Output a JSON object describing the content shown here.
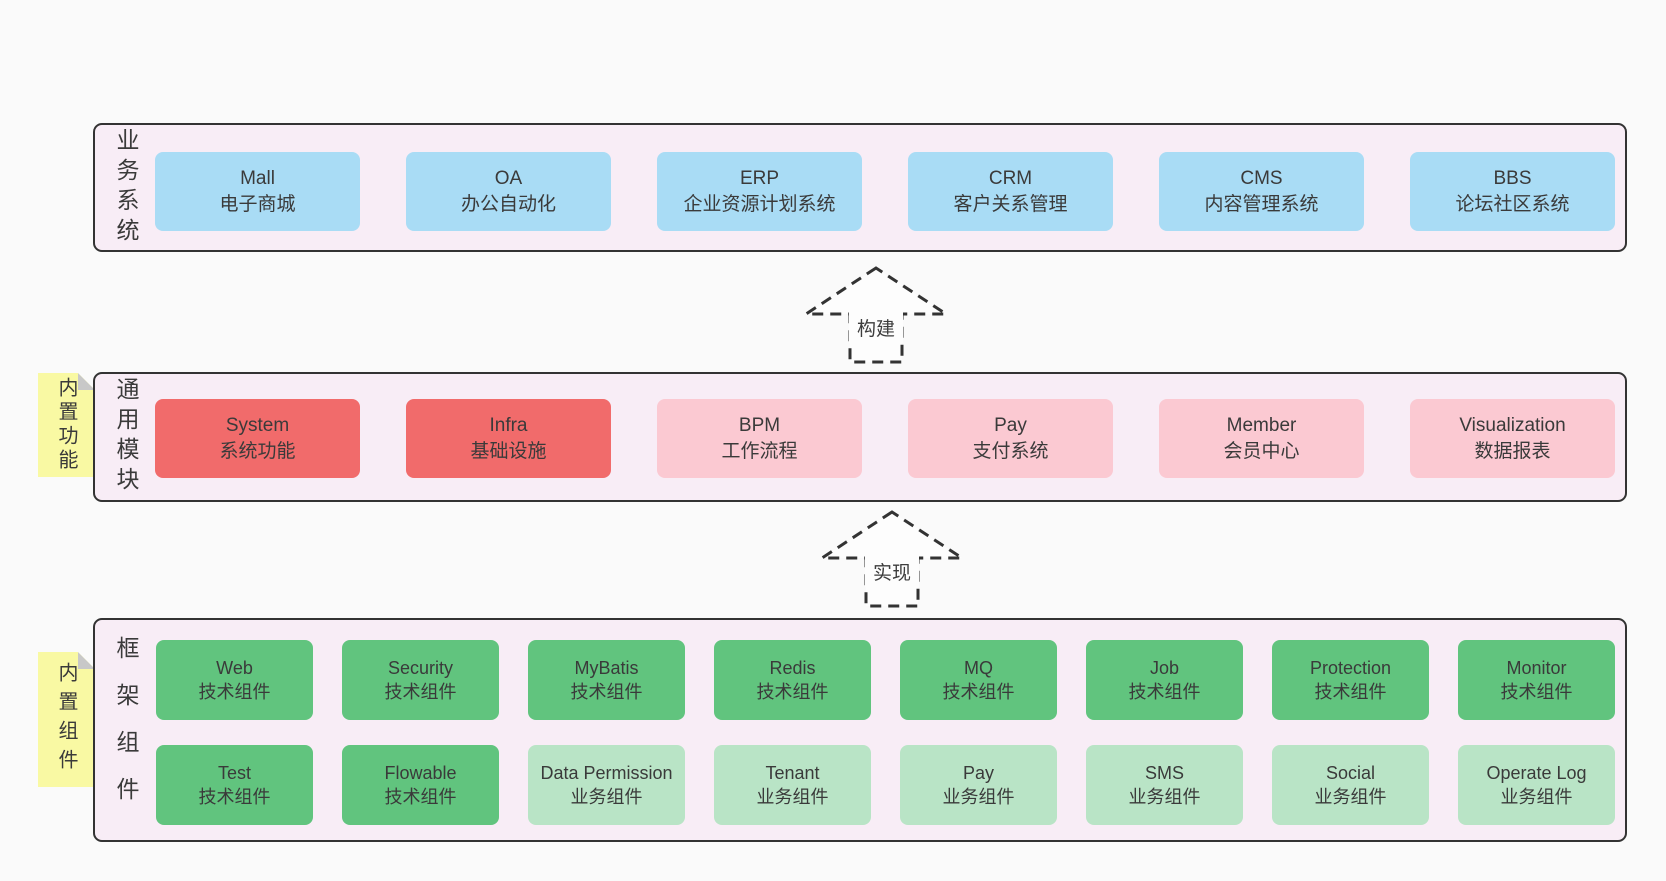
{
  "colors": {
    "page_background": "#fafafa",
    "layer_background": "#f8edf6",
    "layer_border": "#333333",
    "box_blue": "#a9dcf5",
    "box_red": "#f16b6b",
    "box_pink": "#fbc9d2",
    "box_green": "#61c47e",
    "box_lightgreen": "#b9e4c6",
    "tag_yellow": "#f9f9a3",
    "tag_fold_gray": "#c8c8c8",
    "text": "#3a3a3a"
  },
  "layers": [
    {
      "title": "业务系统",
      "boxes": [
        {
          "title": "Mall",
          "subtitle": "电子商城",
          "variant": "blue"
        },
        {
          "title": "OA",
          "subtitle": "办公自动化",
          "variant": "blue"
        },
        {
          "title": "ERP",
          "subtitle": "企业资源计划系统",
          "variant": "blue"
        },
        {
          "title": "CRM",
          "subtitle": "客户关系管理",
          "variant": "blue"
        },
        {
          "title": "CMS",
          "subtitle": "内容管理系统",
          "variant": "blue"
        },
        {
          "title": "BBS",
          "subtitle": "论坛社区系统",
          "variant": "blue"
        }
      ]
    },
    {
      "title": "通用模块",
      "tag": "内置功能",
      "boxes": [
        {
          "title": "System",
          "subtitle": "系统功能",
          "variant": "red"
        },
        {
          "title": "Infra",
          "subtitle": "基础设施",
          "variant": "red"
        },
        {
          "title": "BPM",
          "subtitle": "工作流程",
          "variant": "pink"
        },
        {
          "title": "Pay",
          "subtitle": "支付系统",
          "variant": "pink"
        },
        {
          "title": "Member",
          "subtitle": "会员中心",
          "variant": "pink"
        },
        {
          "title": "Visualization",
          "subtitle": "数据报表",
          "variant": "pink"
        }
      ]
    },
    {
      "title": "框架组件",
      "tag": "内置组件",
      "boxes": [
        {
          "title": "Web",
          "subtitle": "技术组件",
          "variant": "green"
        },
        {
          "title": "Security",
          "subtitle": "技术组件",
          "variant": "green"
        },
        {
          "title": "MyBatis",
          "subtitle": "技术组件",
          "variant": "green"
        },
        {
          "title": "Redis",
          "subtitle": "技术组件",
          "variant": "green"
        },
        {
          "title": "MQ",
          "subtitle": "技术组件",
          "variant": "green"
        },
        {
          "title": "Job",
          "subtitle": "技术组件",
          "variant": "green"
        },
        {
          "title": "Protection",
          "subtitle": "技术组件",
          "variant": "green"
        },
        {
          "title": "Monitor",
          "subtitle": "技术组件",
          "variant": "green"
        },
        {
          "title": "Test",
          "subtitle": "技术组件",
          "variant": "green"
        },
        {
          "title": "Flowable",
          "subtitle": "技术组件",
          "variant": "green"
        },
        {
          "title": "Data Permission",
          "subtitle": "业务组件",
          "variant": "lightgreen"
        },
        {
          "title": "Tenant",
          "subtitle": "业务组件",
          "variant": "lightgreen"
        },
        {
          "title": "Pay",
          "subtitle": "业务组件",
          "variant": "lightgreen"
        },
        {
          "title": "SMS",
          "subtitle": "业务组件",
          "variant": "lightgreen"
        },
        {
          "title": "Social",
          "subtitle": "业务组件",
          "variant": "lightgreen"
        },
        {
          "title": "Operate Log",
          "subtitle": "业务组件",
          "variant": "lightgreen"
        }
      ]
    }
  ],
  "arrows": [
    {
      "label": "构建"
    },
    {
      "label": "实现"
    }
  ]
}
